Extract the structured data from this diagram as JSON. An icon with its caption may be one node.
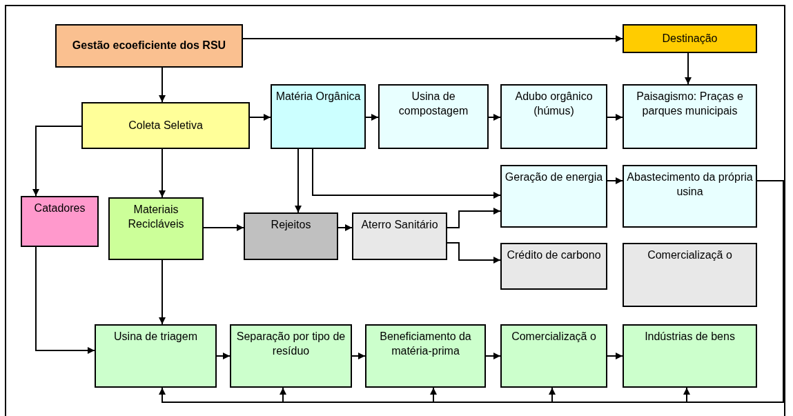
{
  "diagram": {
    "nodes": [
      {
        "text": [
          "Gestão ecoeficiente dos RSU"
        ]
      },
      {
        "text": [
          "Destinação"
        ]
      },
      {
        "text": [
          "Coleta Seletiva"
        ]
      },
      {
        "text": [
          "Matéria Orgânica"
        ]
      },
      {
        "text": [
          "Usina de compostagem"
        ]
      },
      {
        "text": [
          "Adubo orgânico (húmus)"
        ]
      },
      {
        "text": [
          "Paisagismo: Praças e parques municipais"
        ]
      },
      {
        "text": [
          "Catadores"
        ]
      },
      {
        "text": [
          "Materiais Recicláveis"
        ]
      },
      {
        "text": [
          "Rejeitos"
        ]
      },
      {
        "text": [
          "Aterro Sanitário"
        ]
      },
      {
        "text": [
          "Geração de energia"
        ]
      },
      {
        "text": [
          "Abastecimento da própria usina"
        ]
      },
      {
        "text": [
          "Crédito de carbono"
        ]
      },
      {
        "text": [
          "Comercializaçã o"
        ]
      },
      {
        "text": [
          "Usina de triagem"
        ]
      },
      {
        "text": [
          "Separação por tipo de resíduo"
        ]
      },
      {
        "text": [
          "Beneficiamento da matéria-prima"
        ]
      },
      {
        "text": [
          "Comercializaçã o"
        ]
      },
      {
        "text": [
          "Indústrias de bens"
        ]
      }
    ],
    "edges": [
      {
        "from": 0,
        "to": 1,
        "arrow": "to"
      },
      {
        "from": 0,
        "to": 2,
        "arrow": "to"
      },
      {
        "from": 1,
        "to": 6,
        "arrow": "to"
      },
      {
        "from": 2,
        "to": 3,
        "arrow": "to"
      },
      {
        "from": 3,
        "to": 4,
        "arrow": "to"
      },
      {
        "from": 4,
        "to": 5,
        "arrow": "to"
      },
      {
        "from": 5,
        "to": 6,
        "arrow": "to"
      },
      {
        "from": 2,
        "to": 7,
        "arrow": "to"
      },
      {
        "from": 2,
        "to": 8,
        "arrow": "to"
      },
      {
        "from": 3,
        "to": 9,
        "arrow": "to"
      },
      {
        "from": 3,
        "to": 11,
        "arrow": "to"
      },
      {
        "from": 8,
        "to": 9,
        "arrow": "to"
      },
      {
        "from": 9,
        "to": 10,
        "arrow": "to"
      },
      {
        "from": 10,
        "to": 11,
        "arrow": "to"
      },
      {
        "from": 10,
        "to": 13,
        "arrow": "to"
      },
      {
        "from": 11,
        "to": 12,
        "arrow": "to"
      },
      {
        "from": 7,
        "to": 15,
        "arrow": "to"
      },
      {
        "from": 8,
        "to": 15,
        "arrow": "to"
      },
      {
        "from": 15,
        "to": 16,
        "arrow": "to"
      },
      {
        "from": 16,
        "to": 17,
        "arrow": "to"
      },
      {
        "from": 17,
        "to": 18,
        "arrow": "to"
      },
      {
        "from": 18,
        "to": 19,
        "arrow": "to"
      },
      {
        "from": 12,
        "to": 15,
        "arrow": "to"
      },
      {
        "from": 12,
        "to": 16,
        "arrow": "to"
      },
      {
        "from": 12,
        "to": 17,
        "arrow": "to"
      },
      {
        "from": 12,
        "to": 18,
        "arrow": "to"
      },
      {
        "from": 12,
        "to": 19,
        "arrow": "to"
      }
    ]
  }
}
